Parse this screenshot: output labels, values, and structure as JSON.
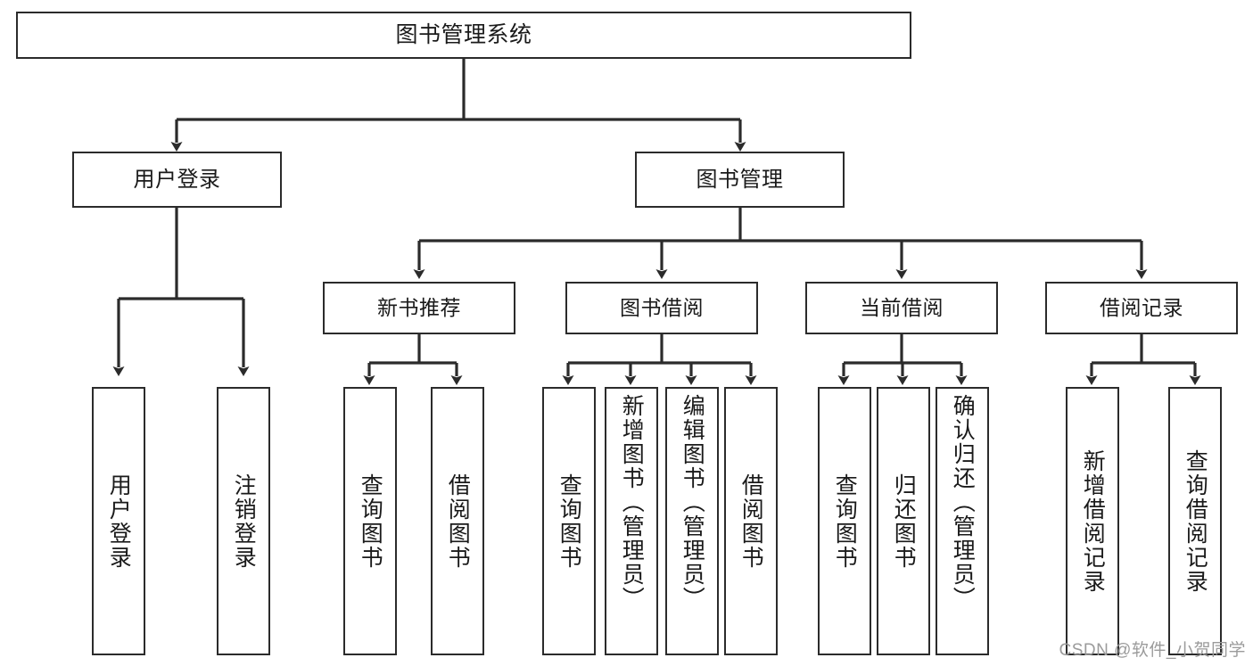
{
  "diagram": {
    "title": "图书管理系统",
    "type": "tree-hierarchy-chart",
    "levels": {
      "root": {
        "id": "root",
        "label": "图书管理系统"
      },
      "level2": [
        {
          "id": "user-login",
          "label": "用户登录"
        },
        {
          "id": "book-manage",
          "label": "图书管理"
        }
      ],
      "level3": [
        {
          "id": "new-book-recommend",
          "label": "新书推荐",
          "parent": "book-manage"
        },
        {
          "id": "book-borrow",
          "label": "图书借阅",
          "parent": "book-manage"
        },
        {
          "id": "current-borrow",
          "label": "当前借阅",
          "parent": "book-manage"
        },
        {
          "id": "borrow-record",
          "label": "借阅记录",
          "parent": "book-manage"
        }
      ],
      "leaves": [
        {
          "id": "leaf-user-login",
          "label": "用户登录",
          "parent": "user-login"
        },
        {
          "id": "leaf-logout-login",
          "label": "注销登录",
          "parent": "user-login"
        },
        {
          "id": "leaf-query-book-1",
          "label": "查询图书",
          "parent": "new-book-recommend"
        },
        {
          "id": "leaf-borrow-book-1",
          "label": "借阅图书",
          "parent": "new-book-recommend"
        },
        {
          "id": "leaf-query-book-2",
          "label": "查询图书",
          "parent": "book-borrow"
        },
        {
          "id": "leaf-add-book",
          "label": "新增图书（管理员）",
          "parent": "book-borrow"
        },
        {
          "id": "leaf-edit-book",
          "label": "编辑图书（管理员）",
          "parent": "book-borrow"
        },
        {
          "id": "leaf-borrow-book-2",
          "label": "借阅图书",
          "parent": "book-borrow"
        },
        {
          "id": "leaf-query-book-3",
          "label": "查询图书",
          "parent": "current-borrow"
        },
        {
          "id": "leaf-return-book",
          "label": "归还图书",
          "parent": "current-borrow"
        },
        {
          "id": "leaf-confirm-return",
          "label": "确认归还（管理员）",
          "parent": "current-borrow"
        },
        {
          "id": "leaf-add-record",
          "label": "新增借阅记录",
          "parent": "borrow-record"
        },
        {
          "id": "leaf-query-record",
          "label": "查询借阅记录",
          "parent": "borrow-record"
        }
      ]
    },
    "colors": {
      "line": "#2b2b2b",
      "box_border": "#2b2b2b",
      "box_fill": "#ffffff",
      "text": "#1a1a1a",
      "watermark": "#9b9b9b"
    }
  },
  "watermark": {
    "text": "CSDN @软件_小贺同学"
  }
}
